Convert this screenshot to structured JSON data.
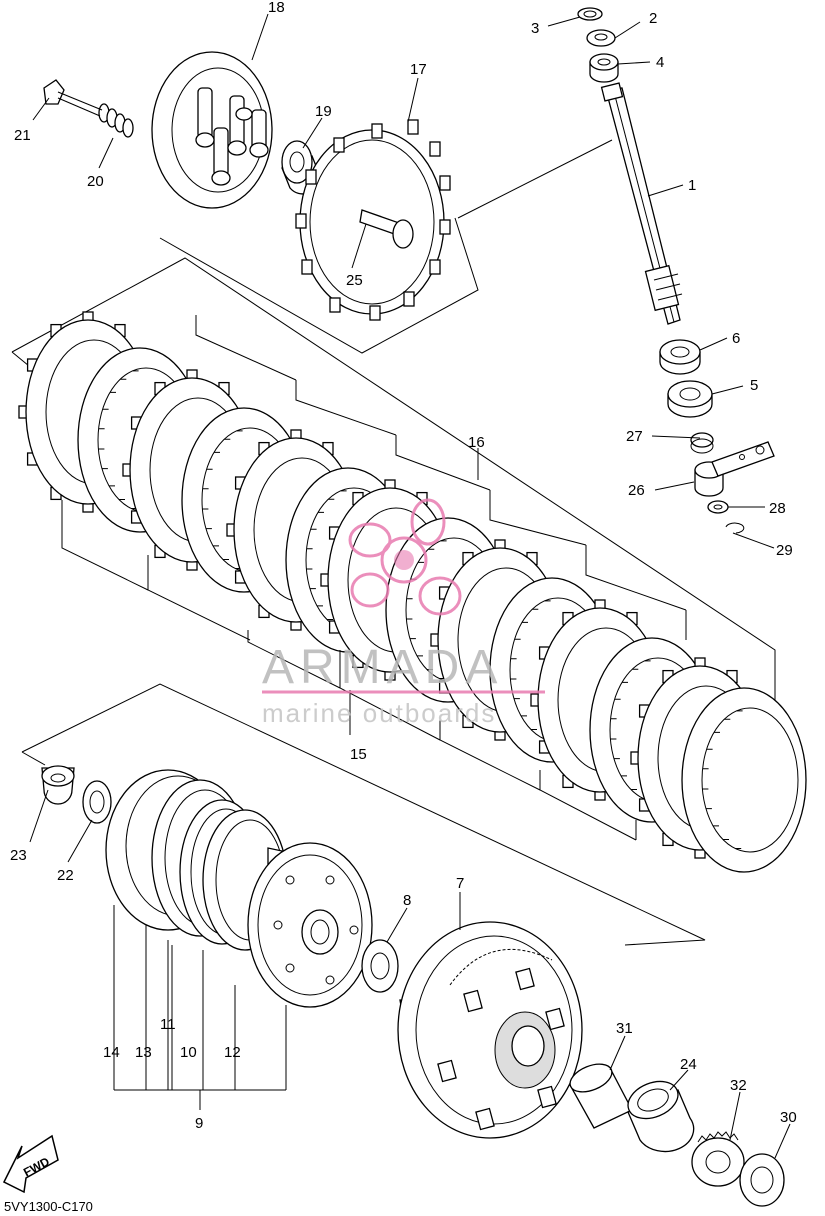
{
  "diagram": {
    "code": "5VY1300-C170",
    "fwd_label": "FWD",
    "watermark": {
      "brand": "ARMADA",
      "tagline": "marine outboards"
    },
    "callouts": [
      {
        "id": "c1",
        "label": "1"
      },
      {
        "id": "c2",
        "label": "2"
      },
      {
        "id": "c3",
        "label": "3"
      },
      {
        "id": "c4",
        "label": "4"
      },
      {
        "id": "c5",
        "label": "5"
      },
      {
        "id": "c6",
        "label": "6"
      },
      {
        "id": "c7",
        "label": "7"
      },
      {
        "id": "c8",
        "label": "8"
      },
      {
        "id": "c9",
        "label": "9"
      },
      {
        "id": "c10",
        "label": "10"
      },
      {
        "id": "c11",
        "label": "11"
      },
      {
        "id": "c12",
        "label": "12"
      },
      {
        "id": "c13",
        "label": "13"
      },
      {
        "id": "c14",
        "label": "14"
      },
      {
        "id": "c15",
        "label": "15"
      },
      {
        "id": "c16",
        "label": "16"
      },
      {
        "id": "c17",
        "label": "17"
      },
      {
        "id": "c18",
        "label": "18"
      },
      {
        "id": "c19",
        "label": "19"
      },
      {
        "id": "c20",
        "label": "20"
      },
      {
        "id": "c21",
        "label": "21"
      },
      {
        "id": "c22",
        "label": "22"
      },
      {
        "id": "c23",
        "label": "23"
      },
      {
        "id": "c24",
        "label": "24"
      },
      {
        "id": "c25",
        "label": "25"
      },
      {
        "id": "c26",
        "label": "26"
      },
      {
        "id": "c27",
        "label": "27"
      },
      {
        "id": "c28",
        "label": "28"
      },
      {
        "id": "c29",
        "label": "29"
      },
      {
        "id": "c30",
        "label": "30"
      },
      {
        "id": "c31",
        "label": "31"
      },
      {
        "id": "c32",
        "label": "32"
      }
    ]
  }
}
